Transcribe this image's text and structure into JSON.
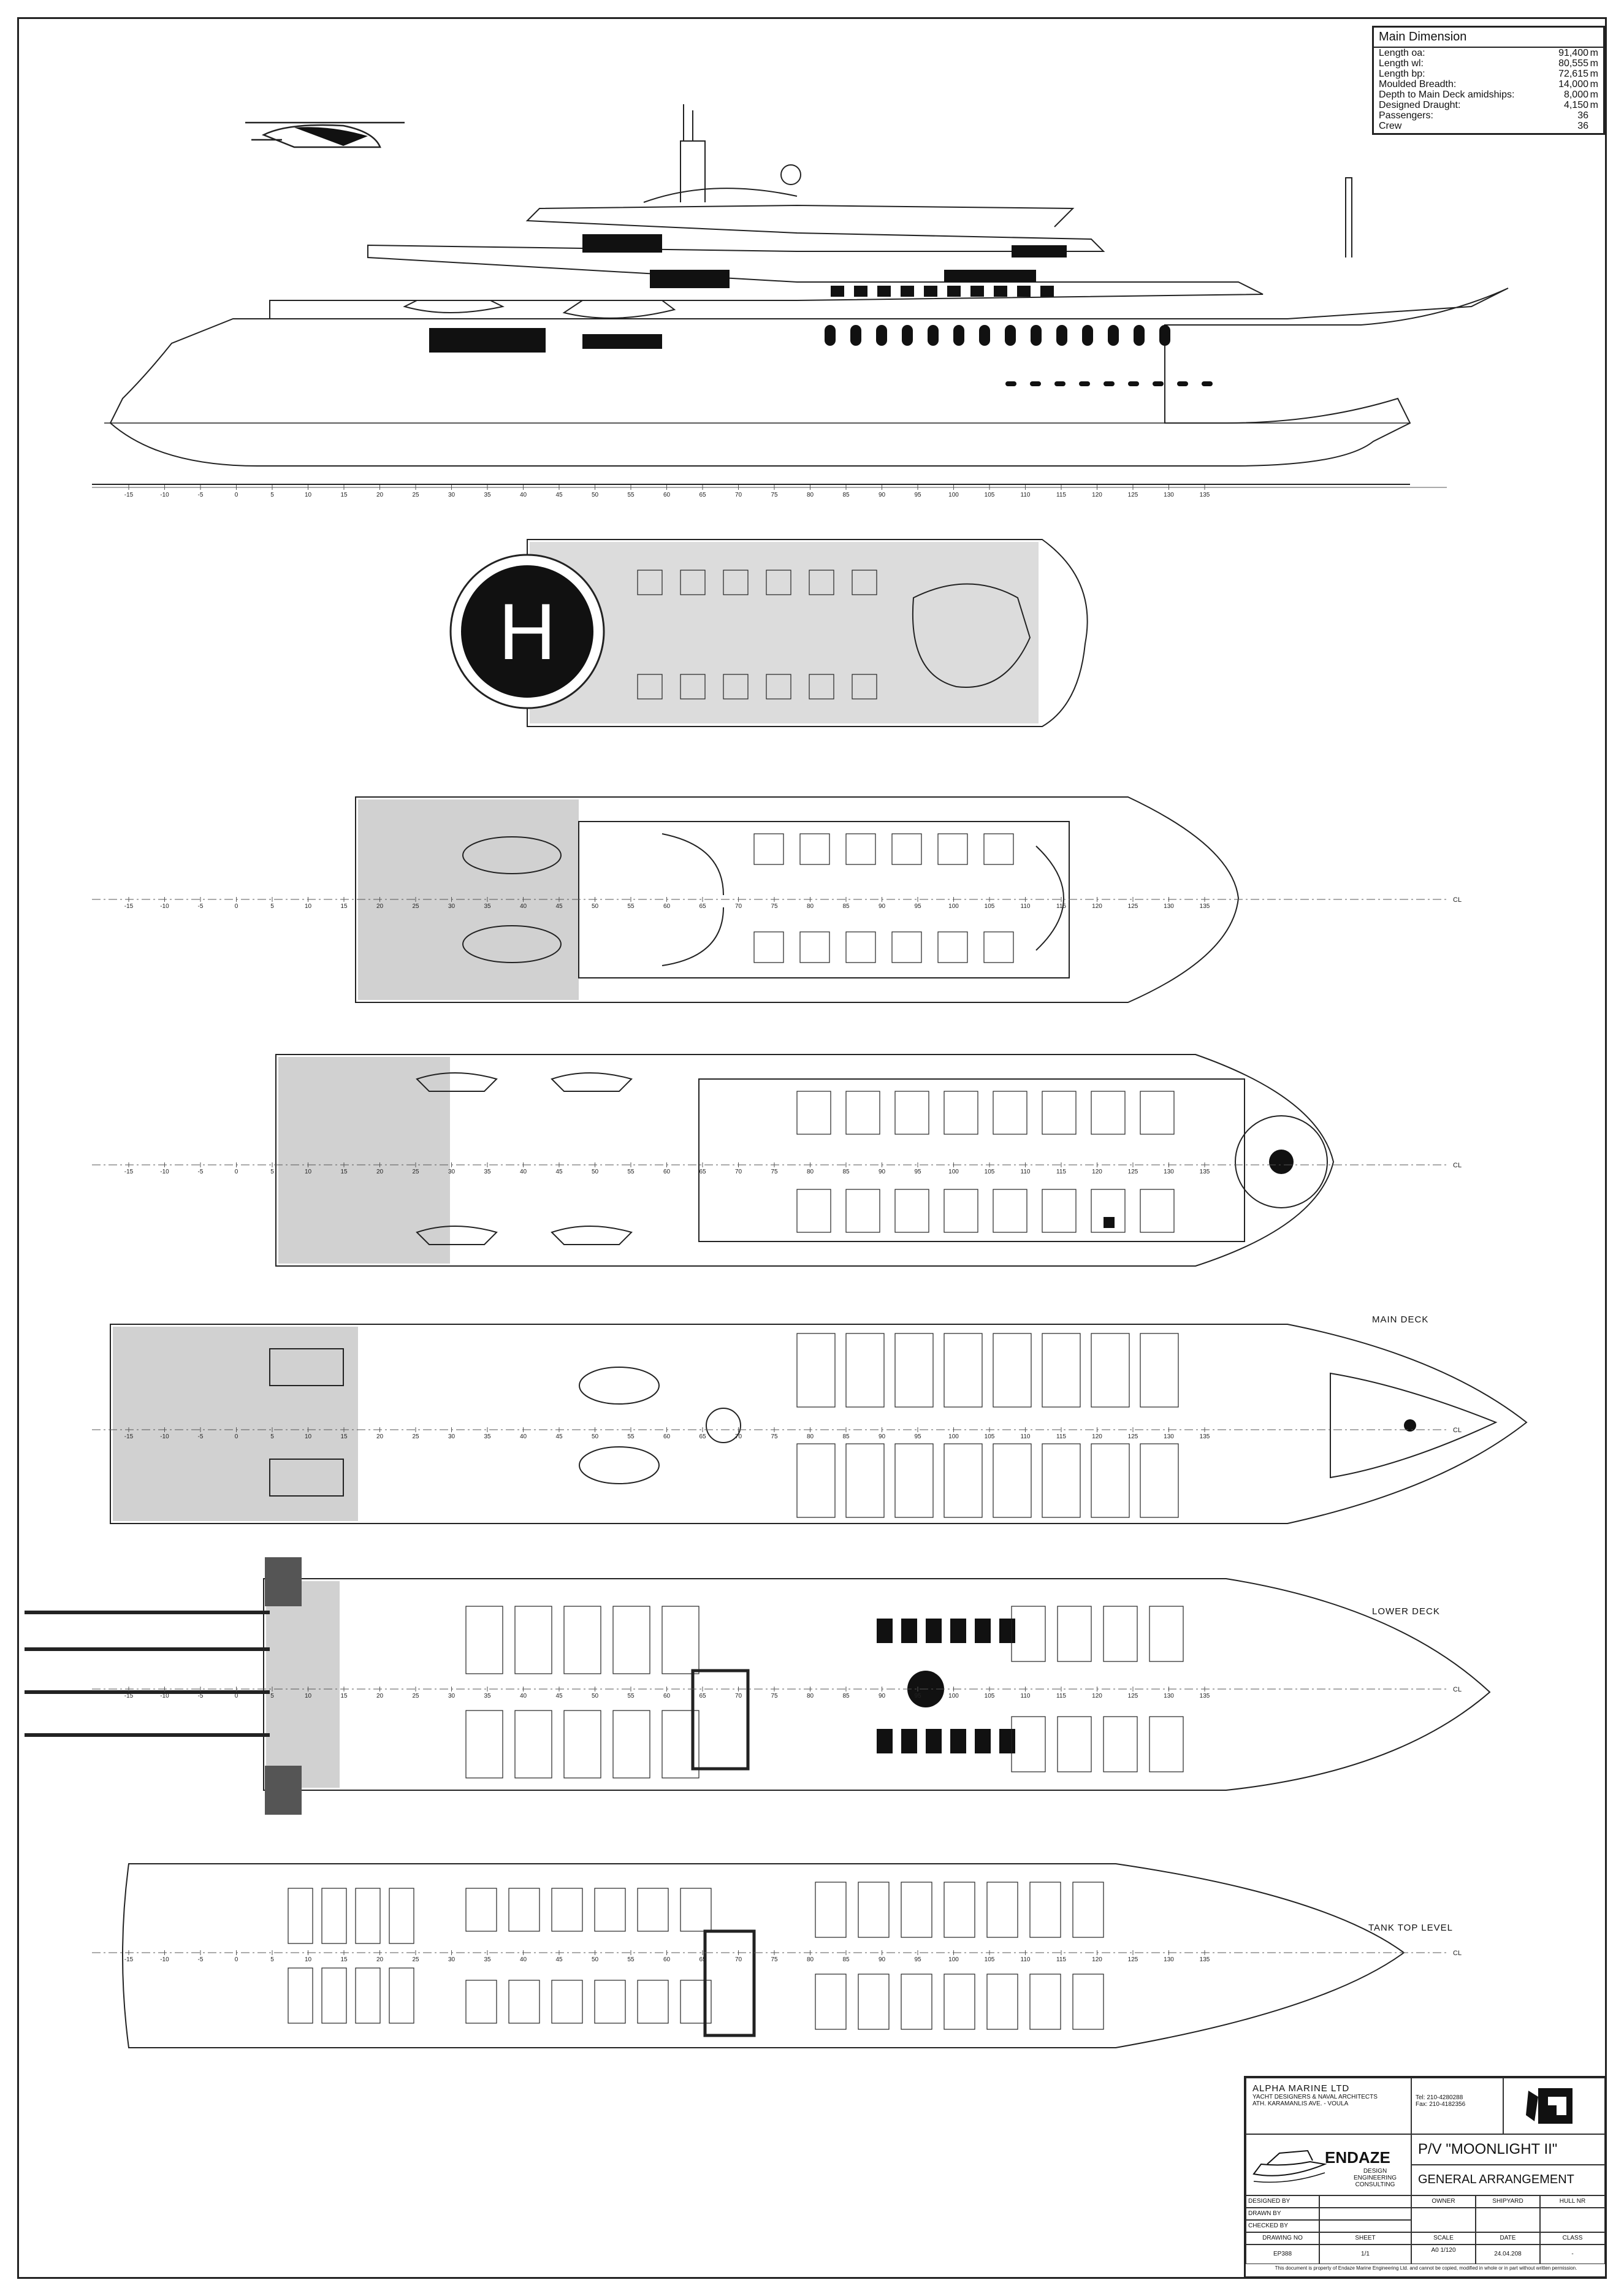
{
  "main_dimension": {
    "title": "Main Dimension",
    "rows": [
      {
        "label": "Length oa:",
        "value": "91,400",
        "unit": "m"
      },
      {
        "label": "Length wl:",
        "value": "80,555",
        "unit": "m"
      },
      {
        "label": "Length bp:",
        "value": "72,615",
        "unit": "m"
      },
      {
        "label": "Moulded Breadth:",
        "value": "14,000",
        "unit": "m"
      },
      {
        "label": "Depth to Main Deck amidships:",
        "value": "8,000",
        "unit": "m"
      },
      {
        "label": "Designed Draught:",
        "value": "4,150",
        "unit": "m"
      },
      {
        "label": "Passengers:",
        "value": "36",
        "unit": ""
      },
      {
        "label": "Crew",
        "value": "36",
        "unit": ""
      }
    ]
  },
  "deck_labels": {
    "main_deck": "MAIN DECK",
    "lower_deck": "LOWER DECK",
    "tank_top": "TANK TOP LEVEL"
  },
  "frame_numbers": [
    "-15",
    "-10",
    "-5",
    "0",
    "5",
    "10",
    "15",
    "20",
    "25",
    "30",
    "35",
    "40",
    "45",
    "50",
    "55",
    "60",
    "65",
    "70",
    "75",
    "80",
    "85",
    "90",
    "95",
    "100",
    "105",
    "110",
    "115",
    "120",
    "125",
    "130",
    "135"
  ],
  "cl_label": "CL",
  "helipad_letter": "H",
  "title_block": {
    "company": "ALPHA MARINE LTD",
    "company_sub": "YACHT DESIGNERS & NAVAL ARCHITECTS",
    "company_addr": "ATH. KARAMANLIS AVE. - VOULA",
    "tel": "Tel: 210-4280288",
    "fax": "Fax: 210-4182356",
    "endaze": "ENDAZE",
    "endaze_sub": "DESIGN ENGINEERING CONSULTING",
    "project": "P/V \"MOONLIGHT II\"",
    "drawing_title": "GENERAL ARRANGEMENT",
    "designed_by": "DESIGNED BY",
    "drawn_by": "DRAWN BY",
    "checked_by": "CHECKED BY",
    "drawing_no": "DRAWING NO",
    "sheet": "SHEET",
    "scale": "SCALE",
    "date": "DATE",
    "class": "CLASS",
    "owner": "OWNER",
    "shipyard": "SHIPYARD",
    "hull_nr": "HULL NR",
    "drawing_no_val": "EP388",
    "sheet_val": "1/1",
    "scale_val": "A0 1/120",
    "date_val": "24.04.208",
    "class_val": "-",
    "footer": "This document is property of Endaze Marine Engineering Ltd. and cannot be copied, modified in whole or in part without written permission."
  },
  "colors": {
    "line": "#222222",
    "deck": "#9a9a9a",
    "fill_dark": "#111111"
  }
}
